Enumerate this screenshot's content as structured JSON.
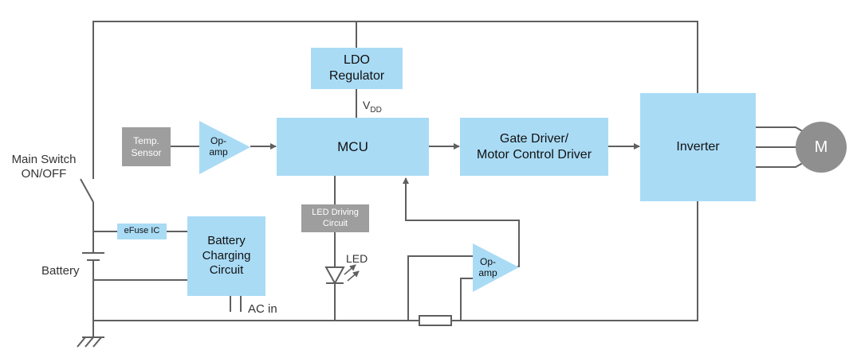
{
  "diagram": {
    "colors": {
      "block": "#a9dbf5",
      "sensor": "#9e9e9e",
      "line": "#5f5f5f",
      "motor": "#8f8f8f"
    },
    "blocks": {
      "ldo": "LDO\nRegulator",
      "mcu": "MCU",
      "gate_driver": "Gate Driver/\nMotor Control Driver",
      "inverter": "Inverter",
      "temp_sensor": "Temp.\nSensor",
      "opamp_top": "Op-\namp",
      "opamp_bottom": "Op-\namp",
      "led_driving": "LED Driving\nCircuit",
      "efuse": "eFuse IC",
      "battery_charging": "Battery\nCharging\nCircuit",
      "motor": "M"
    },
    "labels": {
      "main_switch": "Main Switch\nON/OFF",
      "battery": "Battery",
      "vdd_main": "V",
      "vdd_sub": "DD",
      "led": "LED",
      "ac_in": "AC in"
    }
  }
}
